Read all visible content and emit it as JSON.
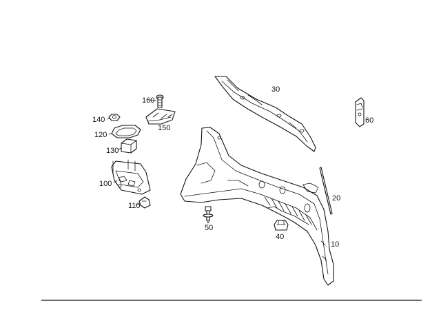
{
  "diagram": {
    "labels": {
      "p10": "10",
      "p20": "20",
      "p30": "30",
      "p40": "40",
      "p50": "50",
      "p60": "60",
      "p100": "100",
      "p110": "110",
      "p120": "120",
      "p130": "130",
      "p140": "140",
      "p150": "150",
      "p160": "160"
    },
    "colors": {
      "line": "#111111",
      "background": "#ffffff",
      "shade": "#bdbdbd"
    }
  }
}
